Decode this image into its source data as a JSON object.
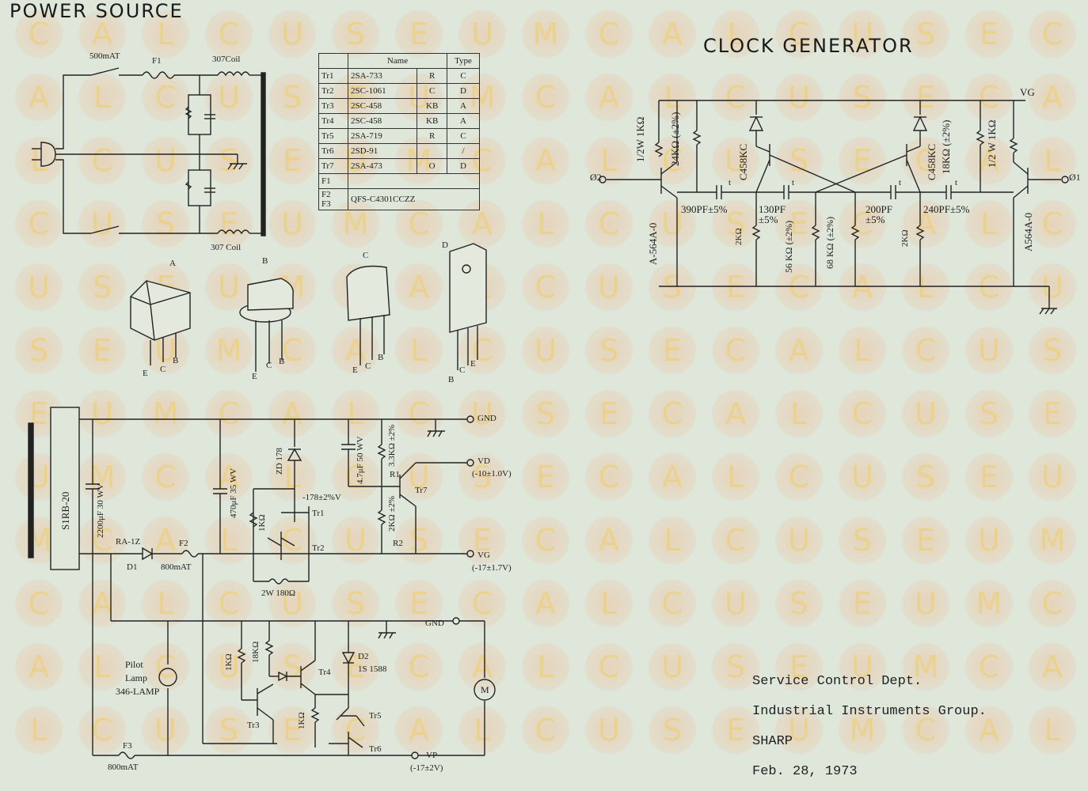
{
  "titles": {
    "power_source": "POWER SOURCE",
    "clock_generator": "CLOCK GENERATOR"
  },
  "transistor_table": {
    "headers": [
      "",
      "Name",
      "Type"
    ],
    "rows": [
      {
        "ref": "Tr1",
        "name": "2SA-733",
        "suffix": "R",
        "type": "C"
      },
      {
        "ref": "Tr2",
        "name": "2SC-1061",
        "suffix": "C",
        "type": "D"
      },
      {
        "ref": "Tr3",
        "name": "2SC-458",
        "suffix": "KB",
        "type": "A"
      },
      {
        "ref": "Tr4",
        "name": "2SC-458",
        "suffix": "KB",
        "type": "A"
      },
      {
        "ref": "Tr5",
        "name": "2SA-719",
        "suffix": "R",
        "type": "C"
      },
      {
        "ref": "Tr6",
        "name": "2SD-91",
        "suffix": "",
        "type": "/"
      },
      {
        "ref": "Tr7",
        "name": "2SA-473",
        "suffix": "O",
        "type": "D"
      }
    ],
    "fuse_rows": [
      {
        "ref": "F1",
        "part": ""
      },
      {
        "ref": "F2\nF3",
        "part": "QFS-C4301CCZZ"
      }
    ]
  },
  "power_source_labels": {
    "fuse_rating": "500mAT",
    "fuse_ref": "F1",
    "coil_top": "307Coil",
    "coil_bottom": "307 Coil"
  },
  "packages": [
    {
      "letter": "A",
      "pins": [
        "E",
        "C",
        "B"
      ]
    },
    {
      "letter": "B",
      "pins": [
        "E",
        "C",
        "B"
      ]
    },
    {
      "letter": "C",
      "pins": [
        "E",
        "C",
        "B"
      ]
    },
    {
      "letter": "D",
      "pins": [
        "B",
        "C",
        "E"
      ]
    }
  ],
  "clock_labels": {
    "vg": "VG",
    "phi2": "Ø2",
    "phi1": "Ø1",
    "res_left": "1/2W 1KΩ",
    "res_left2": "24KΩ (±2%)",
    "tr_left": "C458KC",
    "tr_right": "C458KC",
    "res_right2": "18KΩ (±2%)",
    "res_right": "1/2 W 1KΩ",
    "outer_left": "A-564A-0",
    "outer_right": "A564A-0",
    "cap1": "390PF±5%",
    "cap2": "130PF ±5%",
    "cap3": "200PF ±5%",
    "cap4": "240PF±5%",
    "cap_t": "t",
    "r2k_left": "2KΩ",
    "r56k": "56 KΩ (±2%)",
    "r68k": "68 KΩ (±2%)",
    "r2k_right": "2KΩ"
  },
  "supply_labels": {
    "rectifier": "S1RB-20",
    "cap_main": "2200μF 30 WV",
    "diode1": "RA-1Z",
    "diode1_ref": "D1",
    "fuse2": "F2",
    "fuse2_rating": "800mAT",
    "cap470": "470μF 35 WV",
    "zener": "ZD 178",
    "zener_voltage": "-178±2%V",
    "cap47": "4.7μF 50 WV",
    "r1": "3.3KΩ ±2%",
    "r1_ref": "R1",
    "r2": "2KΩ ±2%",
    "r2_ref": "R2",
    "r1k": "1KΩ",
    "r180": "2W  180Ω",
    "tr1": "Tr1",
    "tr2": "Tr2",
    "tr7": "Tr7",
    "gnd": "GND",
    "vd": "VD",
    "vd_range": "(-10±1.0V)",
    "vg": "VG",
    "vg_range": "(-17±1.7V)",
    "gnd2": "GND",
    "pilot": "Pilot",
    "lamp": "Lamp",
    "lamp_type": "346-LAMP",
    "d2": "D2",
    "d2_part": "1S 1588",
    "r1k_b": "1KΩ",
    "r18k": "18KΩ",
    "r1k_c": "1KΩ",
    "tr3": "Tr3",
    "tr4": "Tr4",
    "tr5": "Tr5",
    "tr6": "Tr6",
    "motor": "M",
    "fuse3": "F3",
    "fuse3_rating": "800mAT",
    "vp": "VP",
    "vp_range": "(-17±2V)"
  },
  "footer": {
    "line1": "Service Control Dept.",
    "line2": "Industrial Instruments Group.",
    "line3": "SHARP",
    "line4": "Feb. 28, 1973"
  },
  "watermark": {
    "letters": [
      "C",
      "A",
      "L",
      "C",
      "U",
      "S",
      "E",
      "U",
      "M",
      "C",
      "A",
      "L",
      "C",
      "U",
      "S",
      "E"
    ],
    "color": "#eecb64"
  }
}
